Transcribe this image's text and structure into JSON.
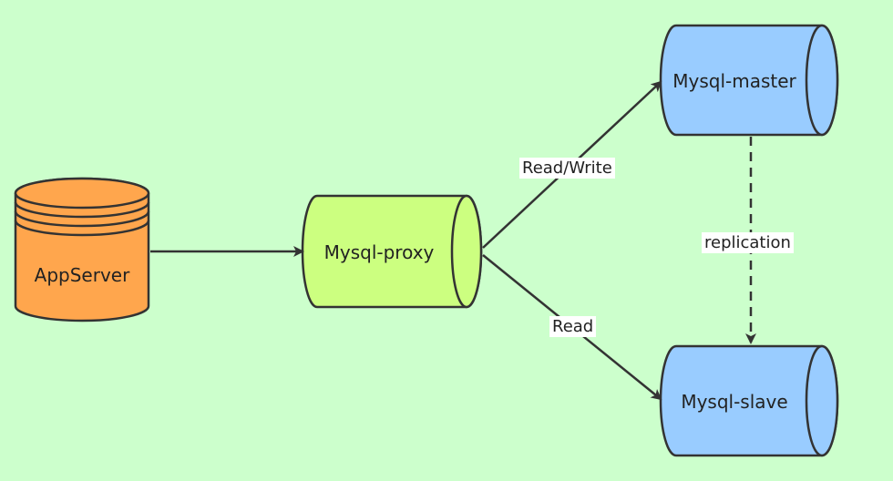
{
  "nodes": {
    "appserver": {
      "label": "AppServer",
      "fill": "#ffa64d"
    },
    "proxy": {
      "label": "Mysql-proxy",
      "fill": "#ccff80"
    },
    "master": {
      "label": "Mysql-master",
      "fill": "#99ccff"
    },
    "slave": {
      "label": "Mysql-slave",
      "fill": "#99ccff"
    }
  },
  "edges": {
    "read_write": {
      "label": "Read/Write"
    },
    "read": {
      "label": "Read"
    },
    "replication": {
      "label": "replication"
    }
  },
  "colors": {
    "background": "#ccffcc",
    "stroke": "#333333"
  }
}
